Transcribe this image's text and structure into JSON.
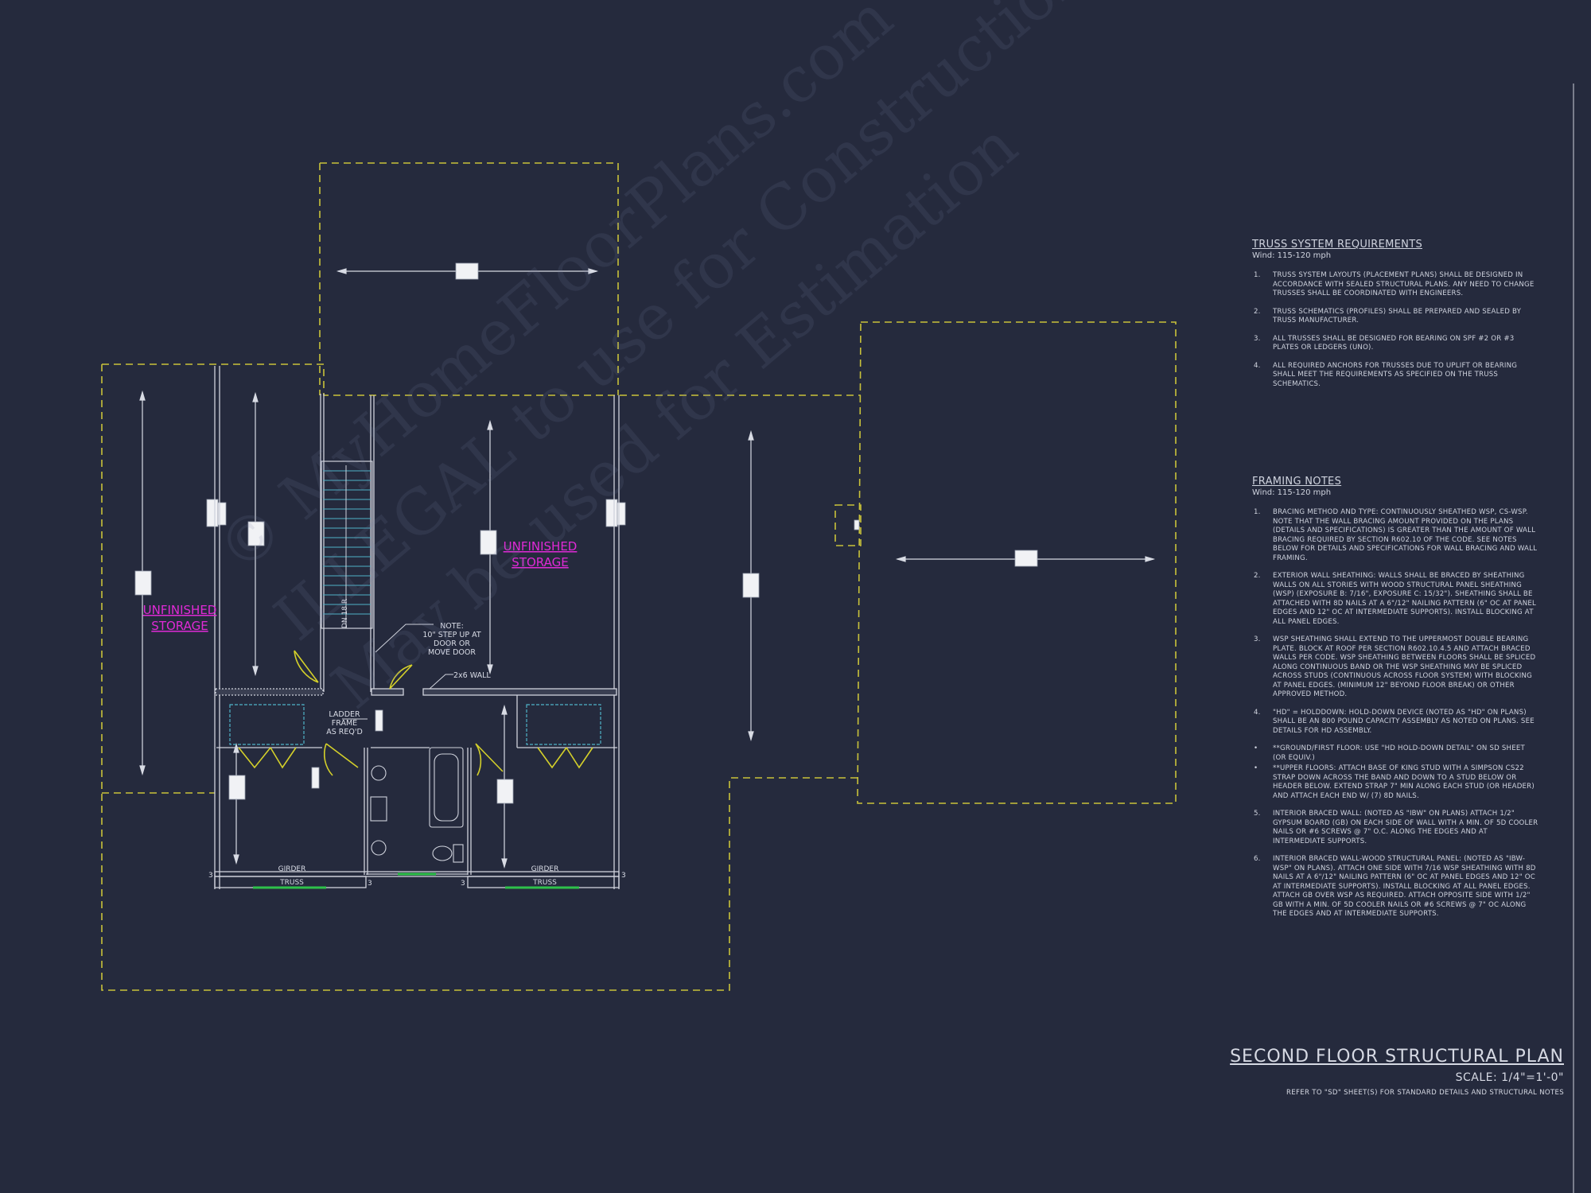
{
  "labels": {
    "storage_left_1": "UNFINISHED",
    "storage_left_2": "STORAGE",
    "storage_mid_1": "UNFINISHED",
    "storage_mid_2": "STORAGE",
    "note_1": "NOTE:",
    "note_2": "10\" STEP UP AT",
    "note_3": "DOOR OR",
    "note_4": "MOVE DOOR",
    "wall_2x6": "2x6 WALL",
    "ladder_1": "LADDER",
    "ladder_2": "FRAME",
    "ladder_3": "AS REQ'D",
    "stair_text": "DN 18 R",
    "girder_left": "GIRDER",
    "truss_left": "TRUSS",
    "girder_right": "GIRDER",
    "truss_right": "TRUSS",
    "dim_3": "3"
  },
  "truss_notes": {
    "heading": "TRUSS SYSTEM REQUIREMENTS",
    "wind": "Wind: 115-120 mph",
    "items": [
      {
        "num": "1.",
        "text": "TRUSS SYSTEM LAYOUTS (PLACEMENT PLANS) SHALL BE DESIGNED IN ACCORDANCE WITH SEALED STRUCTURAL PLANS. ANY NEED TO CHANGE TRUSSES SHALL BE COORDINATED WITH ENGINEERS."
      },
      {
        "num": "2.",
        "text": "TRUSS SCHEMATICS (PROFILES) SHALL BE PREPARED AND SEALED BY TRUSS MANUFACTURER."
      },
      {
        "num": "3.",
        "text": "ALL TRUSSES SHALL BE DESIGNED FOR BEARING ON SPF #2 OR #3 PLATES OR LEDGERS (UNO)."
      },
      {
        "num": "4.",
        "text": "ALL REQUIRED ANCHORS FOR TRUSSES DUE TO UPLIFT OR BEARING SHALL MEET THE REQUIREMENTS AS SPECIFIED ON THE TRUSS SCHEMATICS."
      }
    ]
  },
  "framing_notes": {
    "heading": "FRAMING NOTES",
    "wind": "Wind: 115-120 mph",
    "items": [
      {
        "num": "1.",
        "text": "BRACING METHOD AND TYPE: CONTINUOUSLY SHEATHED WSP, CS-WSP. NOTE THAT THE WALL BRACING AMOUNT PROVIDED ON THE PLANS (DETAILS AND SPECIFICATIONS) IS GREATER THAN THE AMOUNT OF WALL BRACING REQUIRED BY SECTION R602.10 OF THE CODE. SEE NOTES BELOW FOR DETAILS AND SPECIFICATIONS FOR WALL BRACING AND WALL FRAMING."
      },
      {
        "num": "2.",
        "text": "EXTERIOR WALL SHEATHING: WALLS SHALL BE BRACED BY SHEATHING WALLS ON ALL STORIES WITH WOOD STRUCTURAL PANEL SHEATHING (WSP) (EXPOSURE B: 7/16\", EXPOSURE C: 15/32\"). SHEATHING SHALL BE ATTACHED WITH 8d NAILS AT A 6\"/12\" NAILING PATTERN (6\" OC AT PANEL EDGES AND 12\" OC AT INTERMEDIATE SUPPORTS). INSTALL BLOCKING AT ALL PANEL EDGES."
      },
      {
        "num": "3.",
        "text": "WSP SHEATHING SHALL EXTEND TO THE UPPERMOST DOUBLE BEARING PLATE. BLOCK AT ROOF PER SECTION R602.10.4.5 AND ATTACH BRACED WALLS PER CODE. WSP SHEATHING BETWEEN FLOORS SHALL BE SPLICED ALONG CONTINUOUS BAND OR THE WSP SHEATHING MAY BE SPLICED ACROSS STUDS (CONTINUOUS ACROSS FLOOR SYSTEM) WITH BLOCKING AT PANEL EDGES. (MINIMUM 12\" BEYOND FLOOR BREAK) OR OTHER APPROVED METHOD."
      },
      {
        "num": "4.",
        "text": "\"HD\" = HOLDDOWN: HOLD-DOWN DEVICE (NOTED AS \"HD\" ON PLANS) SHALL BE AN 800 POUND CAPACITY ASSEMBLY AS NOTED ON PLANS. SEE DETAILS FOR HD ASSEMBLY."
      },
      {
        "num": "•",
        "text": "**GROUND/FIRST FLOOR: USE \"HD HOLD-DOWN DETAIL\" ON SD SHEET (OR EQUIV.)",
        "sub": true
      },
      {
        "num": "•",
        "text": "**UPPER FLOORS: ATTACH BASE OF KING STUD WITH A SIMPSON CS22 STRAP DOWN ACROSS THE BAND AND DOWN TO A STUD BELOW OR HEADER BELOW. EXTEND STRAP 7\" MIN ALONG EACH STUD (OR HEADER) AND ATTACH EACH END W/ (7) 8d NAILS."
      },
      {
        "num": "5.",
        "text": "INTERIOR BRACED WALL: (NOTED AS \"IBW\" ON PLANS) ATTACH 1/2\" GYPSUM BOARD (GB) ON EACH SIDE OF WALL WITH A MIN. OF 5d COOLER NAILS OR #6 SCREWS @ 7\" O.C. ALONG THE EDGES AND AT INTERMEDIATE SUPPORTS."
      },
      {
        "num": "6.",
        "text": "INTERIOR BRACED WALL-WOOD STRUCTURAL PANEL: (NOTED AS \"IBW-WSP\" ON PLANS). ATTACH ONE SIDE WITH 7/16 WSP SHEATHING WITH 8d NAILS AT A 6\"/12\" NAILING PATTERN (6\" OC AT PANEL EDGES AND 12\" OC AT INTERMEDIATE SUPPORTS). INSTALL BLOCKING AT ALL PANEL EDGES. ATTACH GB OVER WSP AS REQUIRED. ATTACH OPPOSITE SIDE WITH 1/2\" GB WITH A MIN. OF 5d COOLER NAILS OR #6 SCREWS @ 7\" OC ALONG THE EDGES AND AT INTERMEDIATE SUPPORTS."
      }
    ]
  },
  "title": {
    "name": "SECOND FLOOR STRUCTURAL PLAN",
    "scale": "SCALE: 1/4\"=1'-0\"",
    "ref": "REFER TO \"SD\" SHEET(S) FOR STANDARD DETAILS AND STRUCTURAL NOTES"
  },
  "watermark": {
    "line1": "© MyHomeFloorPlans.com",
    "line2": "ILLEGAL to use for Construction",
    "line3": "May be used for Estimation"
  },
  "colors": {
    "background": "#252a3d",
    "dashed_outline": "#c9c23a",
    "wall": "#cfd2dc",
    "stair": "#4fb3c8",
    "storage_label": "#e02ad6",
    "window": "#2ec24a",
    "door": "#d4d02a"
  }
}
